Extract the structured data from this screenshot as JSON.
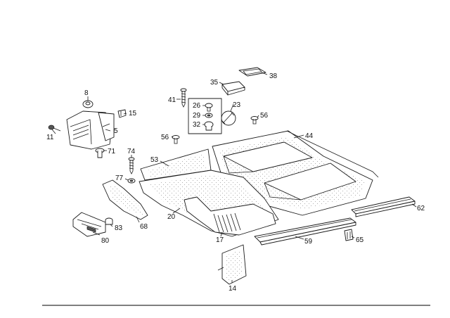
{
  "labels": {
    "l8": "8",
    "l15": "15",
    "l5": "5",
    "l11": "11",
    "l71": "71",
    "l41": "41",
    "l35": "35",
    "l38": "38",
    "l26": "26",
    "l29": "29",
    "l32": "32",
    "l23": "23",
    "l56a": "56",
    "l56b": "56",
    "l44": "44",
    "l74": "74",
    "l53": "53",
    "l77": "77",
    "l20": "20",
    "l68": "68",
    "l83": "83",
    "l80": "80",
    "l17": "17",
    "l59": "59",
    "l65": "65",
    "l62": "62",
    "l14": "14"
  }
}
